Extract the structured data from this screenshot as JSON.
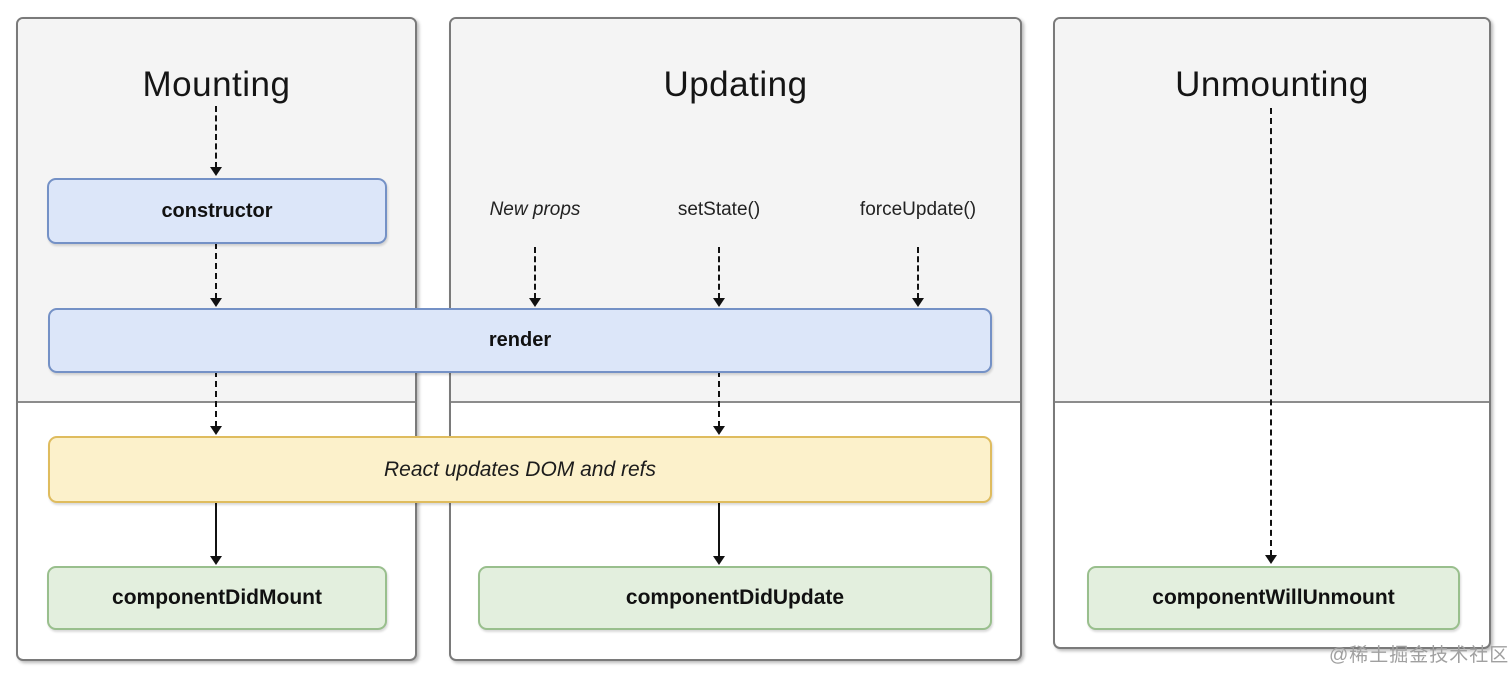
{
  "diagram": {
    "title_context": "React component lifecycle",
    "columns": [
      {
        "id": "mounting",
        "title": "Mounting"
      },
      {
        "id": "updating",
        "title": "Updating",
        "triggers": [
          {
            "label": "New props",
            "style": "italic"
          },
          {
            "label": "setState()",
            "style": "normal"
          },
          {
            "label": "forceUpdate()",
            "style": "normal"
          }
        ]
      },
      {
        "id": "unmounting",
        "title": "Unmounting"
      }
    ],
    "nodes": {
      "constructor": {
        "label": "constructor",
        "kind": "lifecycle-method",
        "fill": "#dce6f9",
        "border": "#7491c6"
      },
      "render": {
        "label": "render",
        "kind": "lifecycle-method",
        "fill": "#dce6f9",
        "border": "#7491c6"
      },
      "react_updates": {
        "label": "React updates DOM and refs",
        "kind": "react-internal",
        "fill": "#fcf1cb",
        "border": "#dfbc5e"
      },
      "component_did_mount": {
        "label": "componentDidMount",
        "kind": "lifecycle-method",
        "fill": "#e3efde",
        "border": "#99bf8d"
      },
      "component_did_update": {
        "label": "componentDidUpdate",
        "kind": "lifecycle-method",
        "fill": "#e3efde",
        "border": "#99bf8d"
      },
      "component_will_unmount": {
        "label": "componentWillUnmount",
        "kind": "lifecycle-method",
        "fill": "#e3efde",
        "border": "#99bf8d"
      }
    },
    "edges": [
      {
        "from": "Mounting",
        "to": "constructor",
        "style": "dashed"
      },
      {
        "from": "constructor",
        "to": "render",
        "style": "dashed"
      },
      {
        "from": "New props",
        "to": "render",
        "style": "dashed"
      },
      {
        "from": "setState()",
        "to": "render",
        "style": "dashed"
      },
      {
        "from": "forceUpdate()",
        "to": "render",
        "style": "dashed"
      },
      {
        "from": "render",
        "to": "react_updates",
        "style": "dashed",
        "lane": "mounting"
      },
      {
        "from": "render",
        "to": "react_updates",
        "style": "dashed",
        "lane": "updating"
      },
      {
        "from": "react_updates",
        "to": "component_did_mount",
        "style": "solid"
      },
      {
        "from": "react_updates",
        "to": "component_did_update",
        "style": "solid"
      },
      {
        "from": "Unmounting",
        "to": "component_will_unmount",
        "style": "dashed"
      }
    ],
    "colors": {
      "panel_fill_top": "#f4f4f4",
      "panel_fill_bottom": "#ffffff",
      "panel_border": "#7a7a7a",
      "arrow": "#111111",
      "watermark_text_color": "#a0a0a0"
    },
    "watermark": "@稀土掘金技术社区"
  }
}
